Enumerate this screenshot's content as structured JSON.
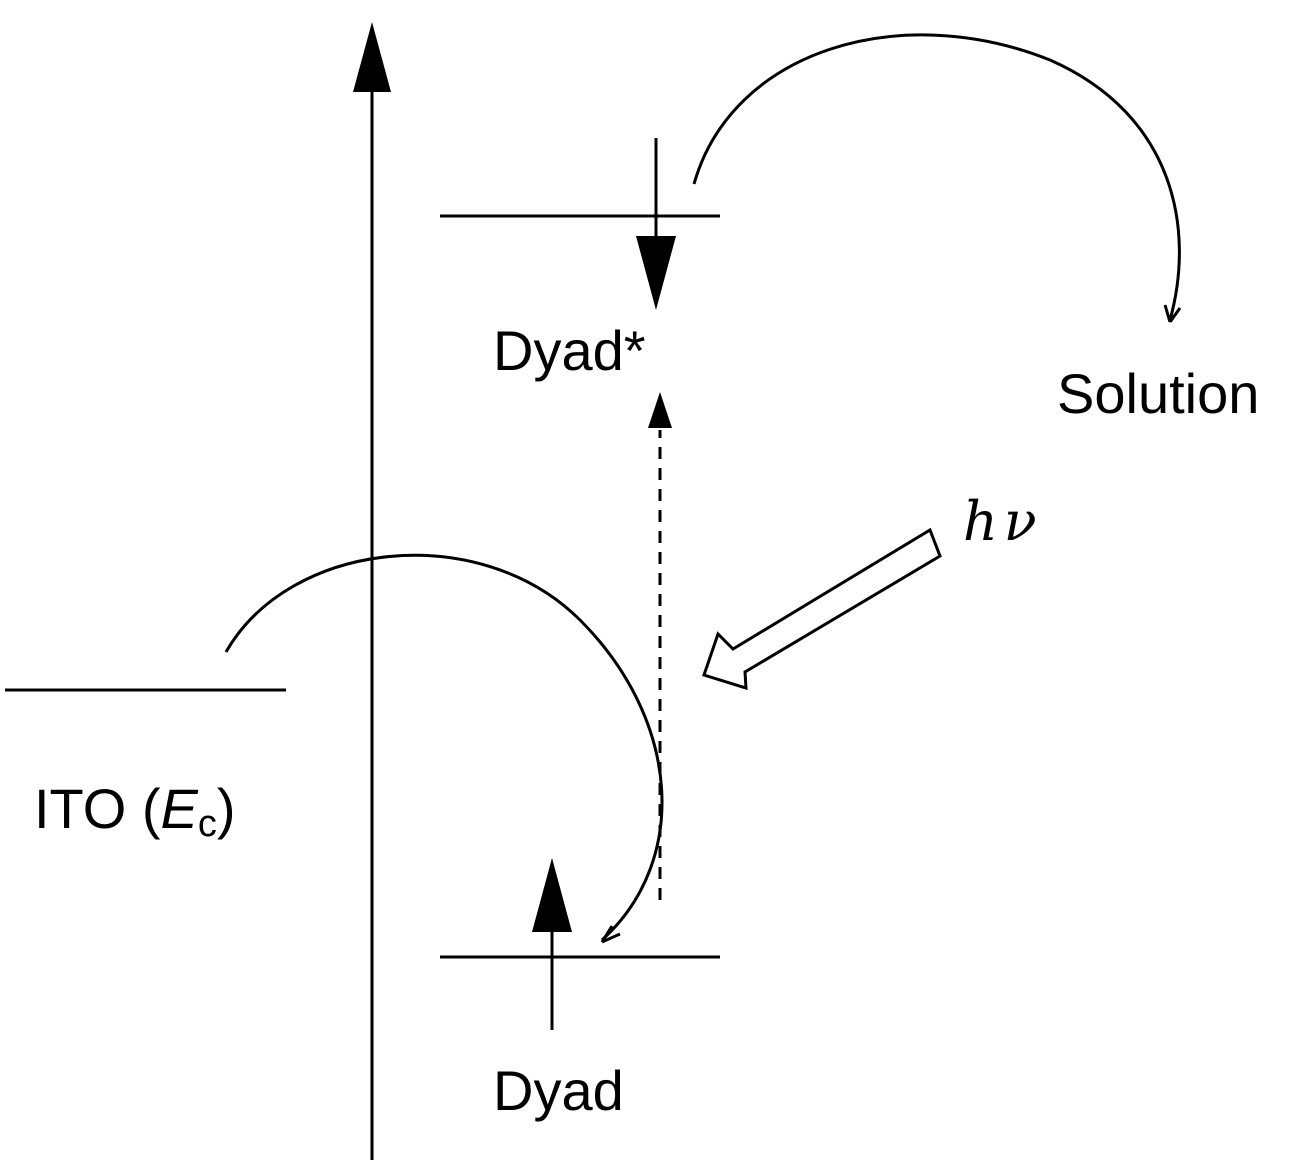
{
  "labels": {
    "dyad_excited": "Dyad*",
    "dyad_ground": "Dyad",
    "solution": "Solution",
    "ito_prefix": "ITO (",
    "ito_var": "E",
    "ito_sub": "c",
    "ito_suffix": ")",
    "hv_h": "h",
    "hv_nu": "ν"
  },
  "colors": {
    "stroke": "#000000",
    "background": "#ffffff"
  }
}
